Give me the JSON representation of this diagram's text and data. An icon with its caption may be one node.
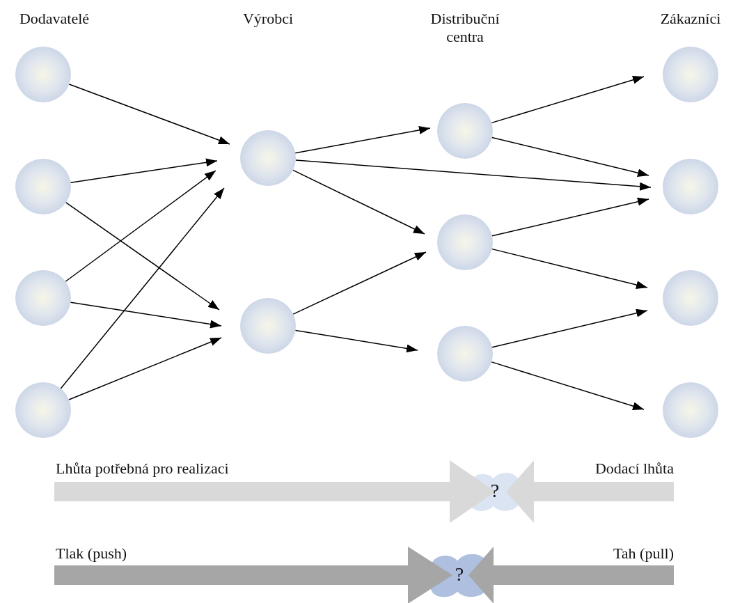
{
  "diagram": {
    "nodes": [
      {
        "text": [],
        "shape": "circle"
      },
      {
        "text": [],
        "shape": "circle"
      },
      {
        "text": [],
        "shape": "circle"
      },
      {
        "text": [],
        "shape": "circle"
      },
      {
        "text": [],
        "shape": "circle"
      },
      {
        "text": [],
        "shape": "circle"
      },
      {
        "text": [],
        "shape": "circle"
      },
      {
        "text": [],
        "shape": "circle"
      },
      {
        "text": [],
        "shape": "circle"
      },
      {
        "text": [],
        "shape": "circle"
      },
      {
        "text": [],
        "shape": "circle"
      },
      {
        "text": [],
        "shape": "circle"
      },
      {
        "text": [],
        "shape": "circle"
      },
      {
        "text": [
          "?"
        ]
      },
      {
        "text": [
          "?"
        ]
      }
    ],
    "edges": [
      {
        "from": 0,
        "to": 4,
        "arrow": "to"
      },
      {
        "from": 1,
        "to": 4,
        "arrow": "to"
      },
      {
        "from": 1,
        "to": 5,
        "arrow": "to"
      },
      {
        "from": 2,
        "to": 4,
        "arrow": "to"
      },
      {
        "from": 2,
        "to": 5,
        "arrow": "to"
      },
      {
        "from": 3,
        "to": 4,
        "arrow": "to"
      },
      {
        "from": 3,
        "to": 5,
        "arrow": "to"
      },
      {
        "from": 4,
        "to": 6,
        "arrow": "to"
      },
      {
        "from": 4,
        "to": 10,
        "arrow": "to"
      },
      {
        "from": 4,
        "to": 7,
        "arrow": "to"
      },
      {
        "from": 5,
        "to": 7,
        "arrow": "to"
      },
      {
        "from": 5,
        "to": 8,
        "arrow": "to"
      },
      {
        "from": 6,
        "to": 9,
        "arrow": "to"
      },
      {
        "from": 6,
        "to": 10,
        "arrow": "to"
      },
      {
        "from": 7,
        "to": 10,
        "arrow": "to"
      },
      {
        "from": 7,
        "to": 11,
        "arrow": "to"
      },
      {
        "from": 8,
        "to": 11,
        "arrow": "to"
      },
      {
        "from": 8,
        "to": 12,
        "arrow": "to"
      },
      {
        "from": null,
        "to": 13,
        "arrow": "to",
        "style": "thick",
        "color": "#d9d9d9"
      },
      {
        "from": null,
        "to": 13,
        "arrow": "to",
        "style": "thick",
        "color": "#d9d9d9"
      },
      {
        "from": null,
        "to": 14,
        "arrow": "to",
        "style": "thick",
        "color": "#a6a6a6"
      },
      {
        "from": null,
        "to": 14,
        "arrow": "to",
        "style": "thick",
        "color": "#a6a6a6"
      }
    ],
    "labels": [
      "Dodavatelé",
      "Výrobci",
      "Distribuční centra",
      "Zákazníci",
      "Lhůta potřebná pro realizaci",
      "Dodací lhůta",
      "Tlak (push)",
      "Tah (pull)"
    ]
  }
}
